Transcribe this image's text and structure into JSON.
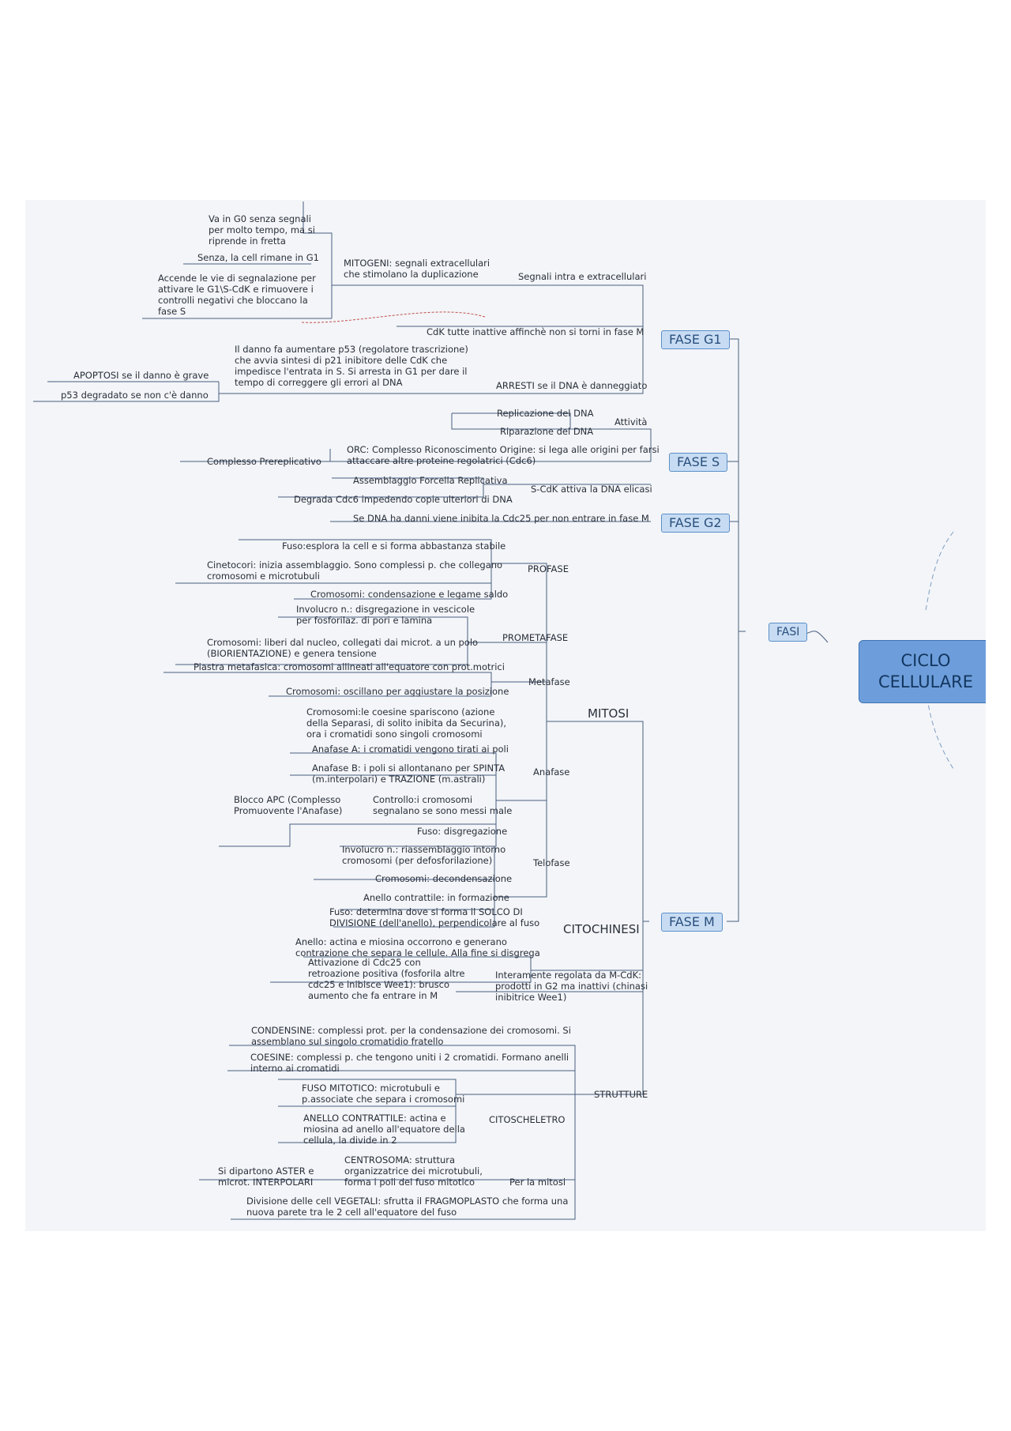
{
  "root": {
    "label": "CICLO\nCELLULARE"
  },
  "fasi": {
    "label": "FASI"
  },
  "phases": {
    "g1": "FASE G1",
    "s": "FASE S",
    "g2": "FASE G2",
    "m": "FASE M"
  },
  "g1": {
    "segnali": "Segnali intra e extracellulari",
    "mitogeni": "MITOGENI: segnali extracellulari\nche stimolano la duplicazione",
    "g0": "Va in G0 senza segnali\nper molto tempo, ma si\nriprende in fretta",
    "senza": "Senza, la cell rimane in G1",
    "accende": "Accende le vie di segnalazione per\nattivare le G1\\S-CdK e rimuovere i\ncontrolli negativi che bloccano la\nfase S",
    "cdk": "CdK tutte inattive affinchè non si torni in fase M",
    "arresti": "ARRESTI se il DNA è danneggiato",
    "p53": "Il danno fa aumentare p53 (regolatore trascrizione)\nche avvia sintesi di p21 inibitore delle CdK che\nimpedisce l'entrata in S. Si arresta in G1 per dare il\ntempo di correggere gli errori al DNA",
    "apoptosi": "APOPTOSI se il danno è grave",
    "degradato": "p53 degradato se non c'è danno"
  },
  "s": {
    "attivita": "Attività",
    "replicazione": "Replicazione del DNA",
    "riparazione": "Riparazione del DNA",
    "orc": "ORC: Complesso Riconoscimento Origine: si lega alle origini per farsi\nattaccare altre proteine regolatrici (Cdc6)",
    "prereplicativo": "Complesso Prereplicativo",
    "scdk": "S-CdK attiva la DNA elicasi",
    "forcella": "Assemblaggio Forcella Replicativa",
    "cdc6": "Degrada Cdc6 impedendo copie ulteriori di DNA"
  },
  "g2": {
    "cdc25": "Se DNA ha danni viene inibita la Cdc25 per non entrare in fase M"
  },
  "m": {
    "mitosi": "MITOSI",
    "profase": "PROFASE",
    "profase_fuso": "Fuso:esplora la cell e si forma abbastanza stabile",
    "profase_cinetocori": "Cinetocori: inizia assemblaggio. Sono complessi p. che collegano\ncromosomi e microtubuli",
    "profase_cromosomi": "Cromosomi: condensazione e legame saldo",
    "prometafase": "PROMETAFASE",
    "prometa_involucro": "Involucro n.: disgregazione in vescicole\nper fosforilaz. di pori e lamina",
    "prometa_cromosomi": "Cromosomi: liberi dal nucleo, collegati dai microt. a un polo\n(BIORIENTAZIONE) e genera tensione",
    "metafase": "Metafase",
    "meta_piastra": "Piastra metafasica: cromosomi allineati all'equatore con prot.motrici",
    "meta_cromosomi": "Cromosomi: oscillano per aggiustare la posizione",
    "anafase": "Anafase",
    "ana_cromosomi": "Cromosomi:le coesine spariscono (azione\ndella Separasi, di solito inibita da Securina),\nora i cromatidi sono singoli cromosomi",
    "ana_a": "Anafase A: i cromatidi vengono tirati ai poli",
    "ana_b": "Anafase B: i poli si allontanano per SPINTA\n(m.interpolari) e TRAZIONE (m.astrali)",
    "ana_controllo": "Controllo:i cromosomi\nsegnalano se sono messi male",
    "ana_apc": "Blocco APC (Complesso\nPromuovente l'Anafase)",
    "telofase": "Telofase",
    "telo_fuso": "Fuso: disgregazione",
    "telo_involucro": "Involucro n.: riassemblaggio intorno\ncromosomi (per defosforilazione)",
    "telo_cromosomi": "Cromosomi: decondensazione",
    "telo_anello": "Anello contrattile: in formazione",
    "citochinesi": "CITOCHINESI",
    "cito_fuso": "Fuso: determina dove si forma il SOLCO DI\nDIVISIONE (dell'anello), perpendicolare al fuso",
    "cito_anello": "Anello: actina e miosina occorrono e generano\ncontrazione che separa le cellule. Alla fine si disgrega",
    "regolata": "Interamente regolata da M-CdK:\nprodotti in G2 ma inattivi (chinasi\ninibitrice Wee1)",
    "attivazione": "Attivazione di Cdc25 con\nretroazione positiva (fosforila altre\ncdc25 e inibisce Wee1): brusco\naumento che fa entrare in M",
    "strutture": "STRUTTURE",
    "condensine": "CONDENSINE: complessi prot. per la condensazione dei cromosomi. Si\nassemblano sul singolo cromatidio fratello",
    "coesine": "COESINE: complessi p. che tengono uniti i 2 cromatidi. Formano anelli\ninterno ai cromatidi",
    "citoscheletro": "CITOSCHELETRO",
    "fuso_mitotico": "FUSO MITOTICO: microtubuli e\np.associate che separa i cromosomi",
    "anello_contrattile": "ANELLO CONTRATTILE: actina e\nmiosina ad anello all'equatore della\ncellula, la divide in 2",
    "per_mitosi": "Per la mitosi",
    "centrosoma": "CENTROSOMA: struttura\norganizzatrice dei microtubuli,\nforma i poli del fuso mitotico",
    "aster": "Si dipartono ASTER e\nmicrot. INTERPOLARI",
    "vegetali": "Divisione delle cell VEGETALI: sfrutta il FRAGMOPLASTO che forma una\nnuova parete tra le 2 cell all'equatore del fuso"
  }
}
